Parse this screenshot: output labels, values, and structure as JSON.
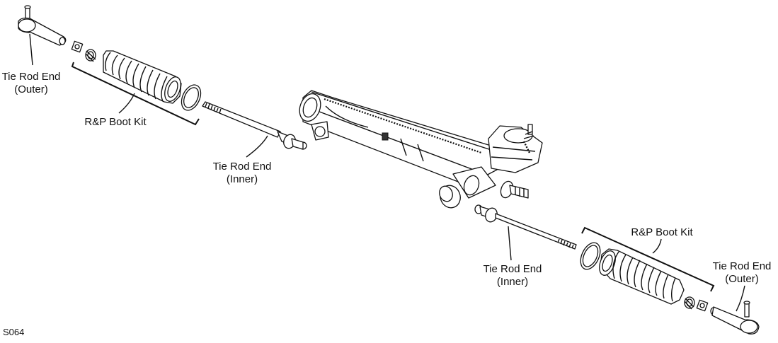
{
  "labels": {
    "tie_rod_outer_left": [
      "Tie Rod End",
      "(Outer)"
    ],
    "boot_kit_left": "R&P Boot Kit",
    "tie_rod_inner_left": [
      "Tie Rod End",
      "(Inner)"
    ],
    "boot_kit_right": "R&P Boot Kit",
    "tie_rod_inner_right": [
      "Tie Rod End",
      "(Inner)"
    ],
    "tie_rod_outer_right": [
      "Tie Rod End",
      "(Outer)"
    ]
  },
  "figure_id": "S064"
}
